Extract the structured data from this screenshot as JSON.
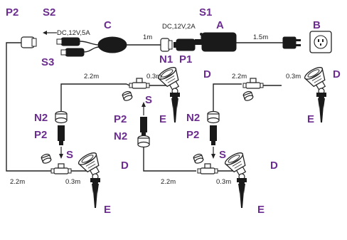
{
  "labels": {
    "A": "A",
    "B": "B",
    "C": "C",
    "D": "D",
    "E": "E",
    "S": "S",
    "S1": "S1",
    "S2": "S2",
    "S3": "S3",
    "N1": "N1",
    "N2": "N2",
    "P1": "P1",
    "P2": "P2"
  },
  "specs": {
    "splitter_output": "DC,12V,5A",
    "transformer_output": "DC,12V,2A"
  },
  "lengths": {
    "mains_cable": "1.5m",
    "transformer_lead": "1m",
    "connection_cable": "2.2m",
    "light_lead": "0.3m"
  },
  "icons": [
    "power-outlet-icon",
    "transformer-icon",
    "splitter-icon",
    "spotlight-icon",
    "ground-spike-icon",
    "t-connector-icon",
    "plug-icon"
  ],
  "colors": {
    "label": "#6b2c8f",
    "line": "#222222",
    "fill": "#1a1a1a"
  }
}
